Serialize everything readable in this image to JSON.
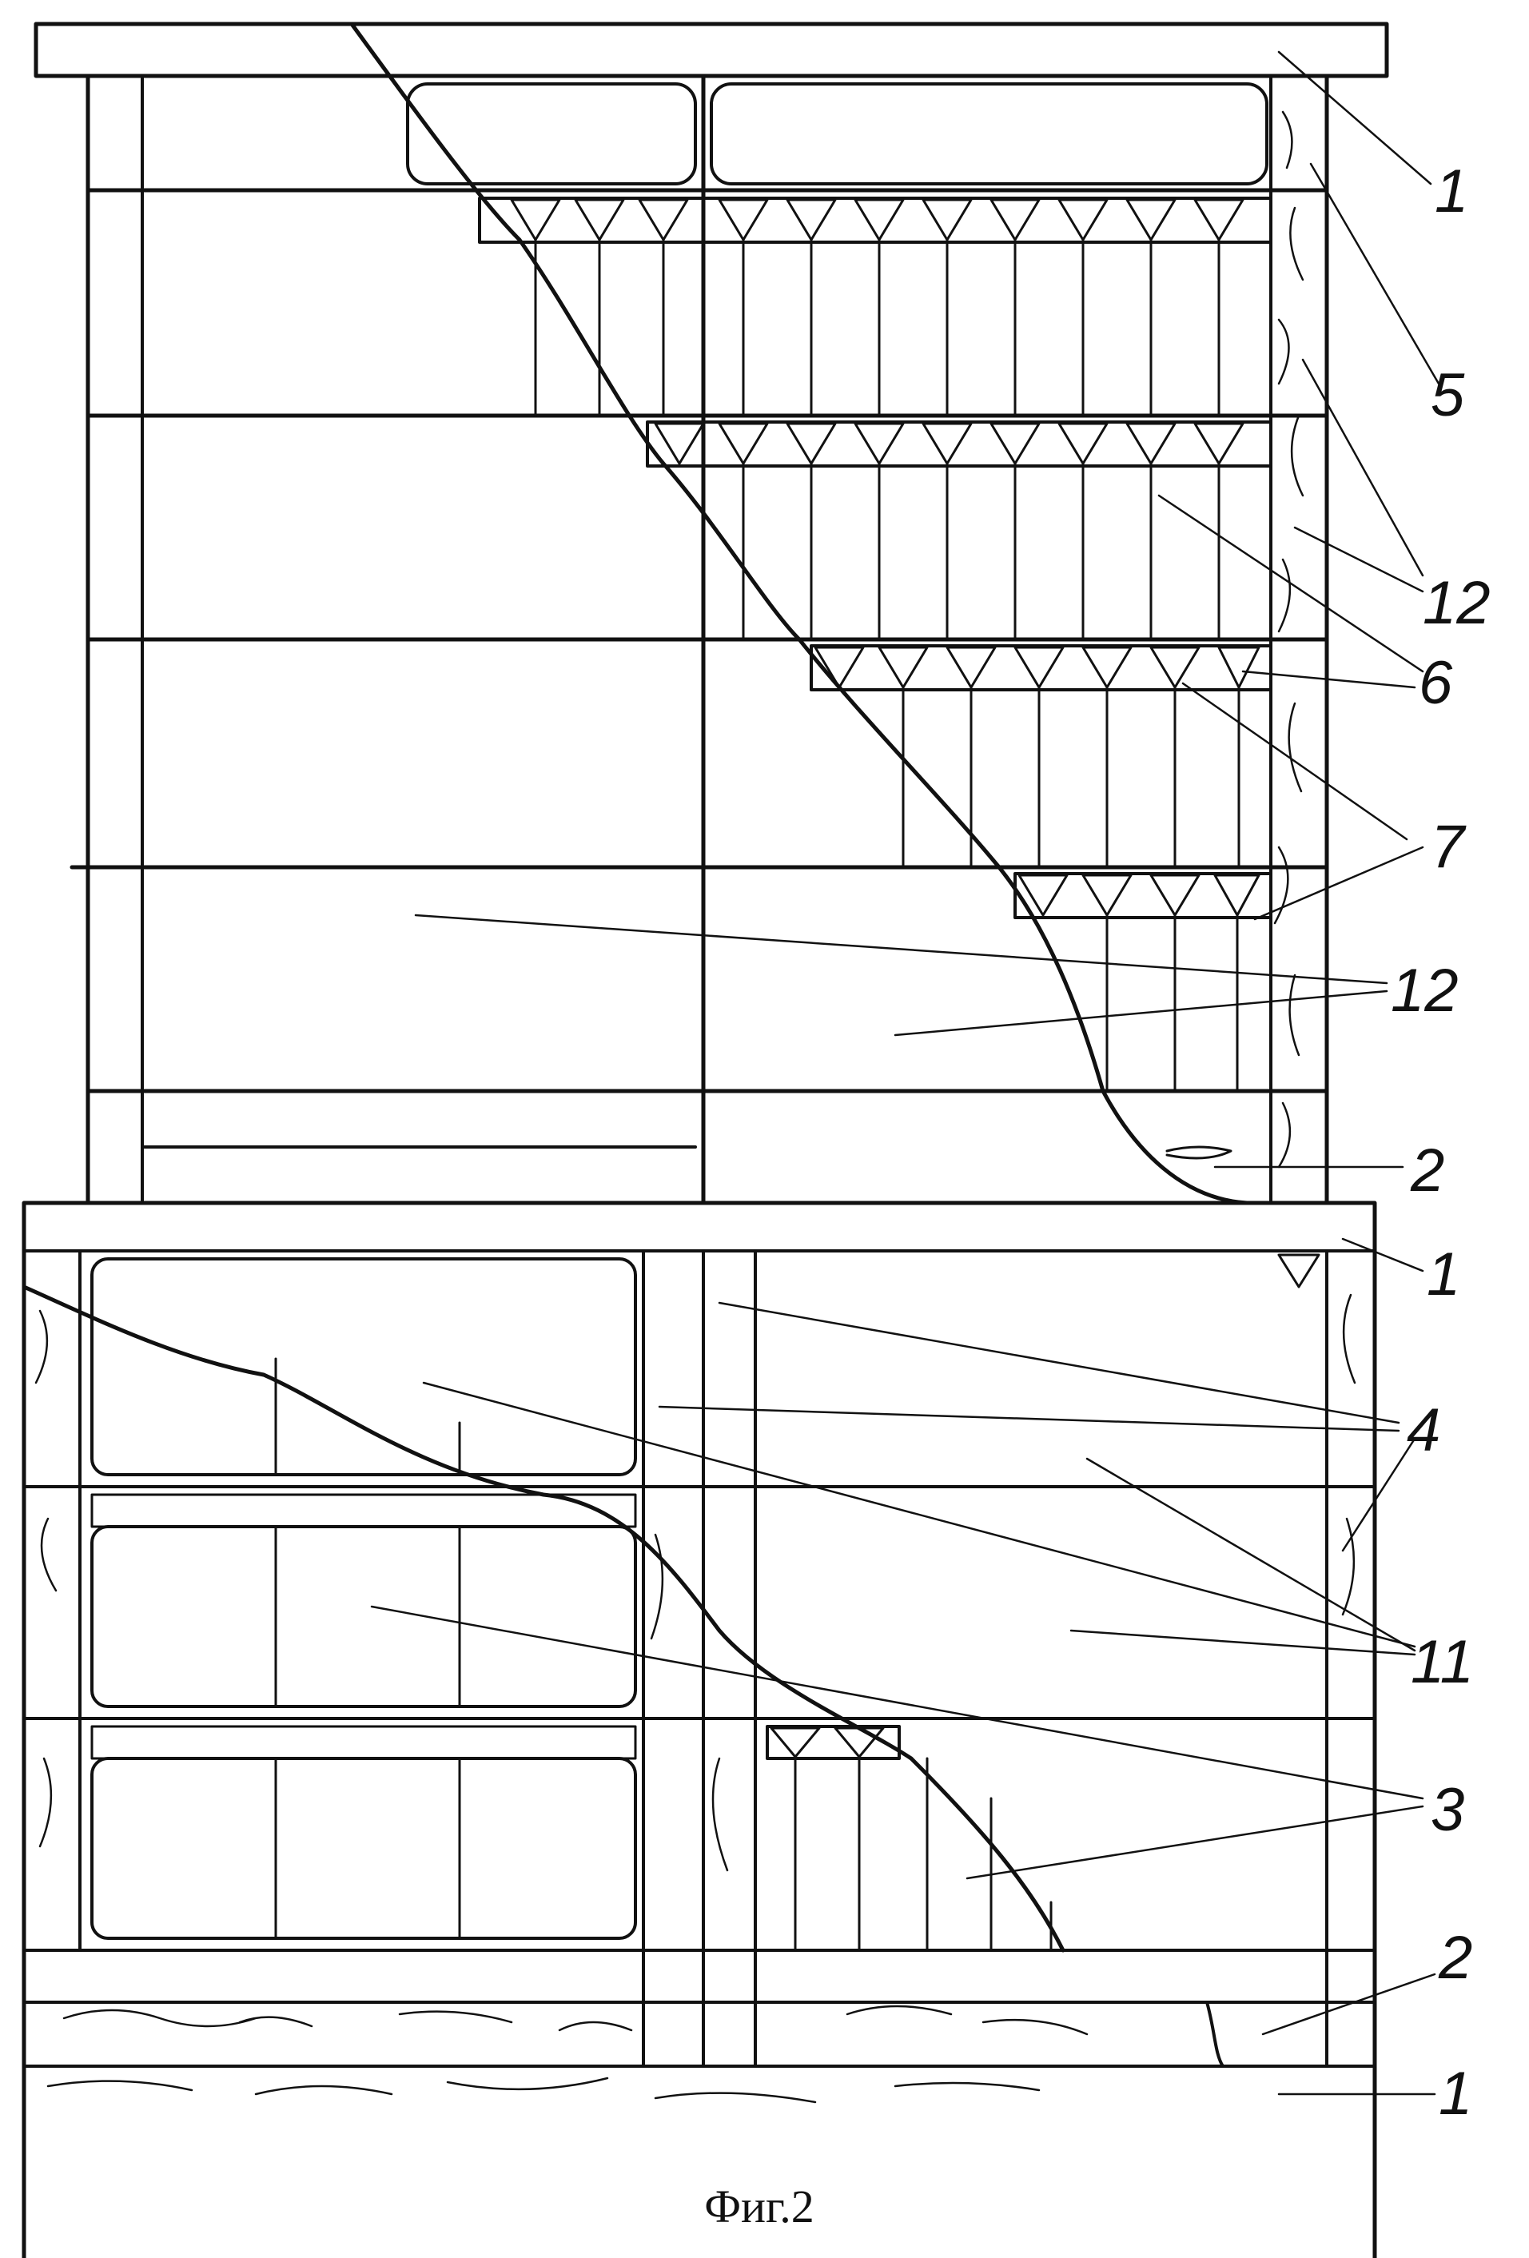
{
  "figure": {
    "caption": "Фиг.2",
    "reference_labels": [
      {
        "key": "1a",
        "text": "1"
      },
      {
        "key": "5",
        "text": "5"
      },
      {
        "key": "12a",
        "text": "12"
      },
      {
        "key": "6",
        "text": "6"
      },
      {
        "key": "7",
        "text": "7"
      },
      {
        "key": "12b",
        "text": "12"
      },
      {
        "key": "2a",
        "text": "2"
      },
      {
        "key": "1b",
        "text": "1"
      },
      {
        "key": "4",
        "text": "4"
      },
      {
        "key": "11",
        "text": "11"
      },
      {
        "key": "3",
        "text": "3"
      },
      {
        "key": "2b",
        "text": "2"
      },
      {
        "key": "1c",
        "text": "1"
      }
    ]
  },
  "colors": {
    "line": "#111111",
    "background": "#ffffff",
    "hatch": "#111111"
  }
}
